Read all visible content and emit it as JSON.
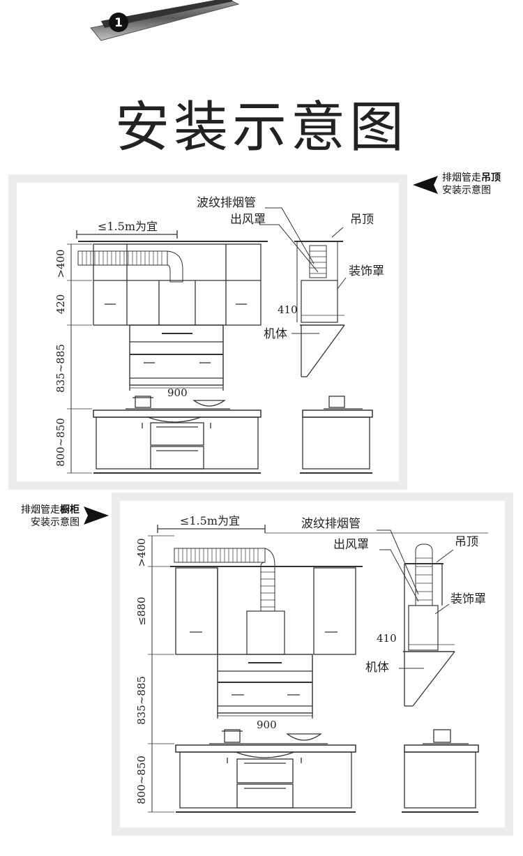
{
  "step_badge": "1",
  "title": "安装示意图",
  "diagram1": {
    "callout_line1_prefix": "排烟管走",
    "callout_line1_bold": "吊顶",
    "callout_line2": "安装示意图",
    "label_corrugated": "波纹排烟管",
    "label_outlet": "出风罩",
    "label_ceiling": "吊顶",
    "label_cover": "装饰罩",
    "label_body": "机体",
    "dim_top": "≤1.5m为宜",
    "dim_400": ">400",
    "dim_420": "420",
    "dim_835": "835~885",
    "dim_800": "800~850",
    "dim_900": "900",
    "dim_410": "410"
  },
  "diagram2": {
    "callout_line1_prefix": "排烟管走",
    "callout_line1_bold": "橱柜",
    "callout_line2": "安装示意图",
    "label_corrugated": "波纹排烟管",
    "label_outlet": "出风罩",
    "label_ceiling": "吊顶",
    "label_cover": "装饰罩",
    "label_body": "机体",
    "dim_top": "≤1.5m为宜",
    "dim_400": ">400",
    "dim_880": "≤880",
    "dim_835": "835~885",
    "dim_800": "800~850",
    "dim_900": "900",
    "dim_410": "410"
  }
}
